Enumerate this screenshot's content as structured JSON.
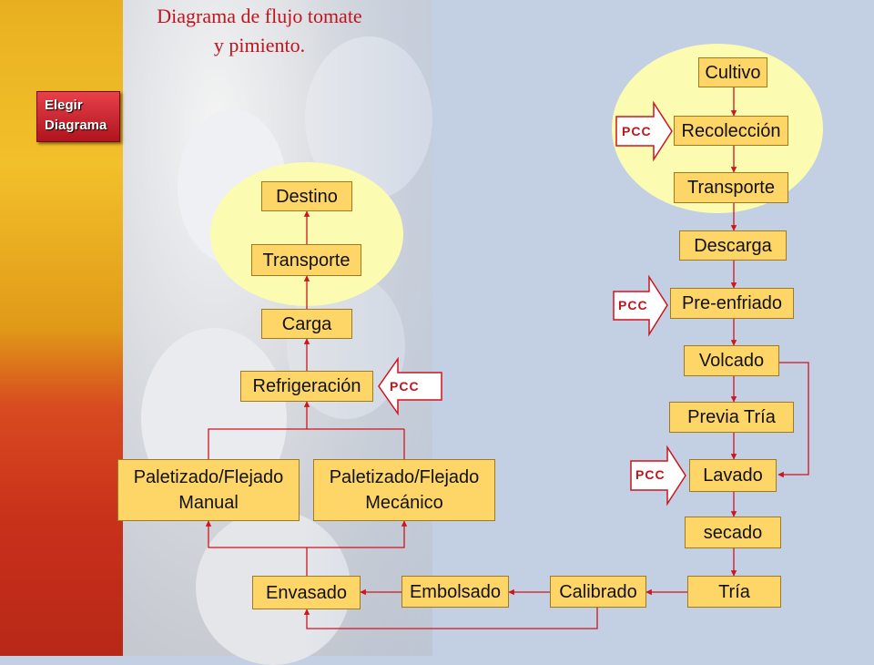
{
  "title": "Diagrama de flujo tomate\ny pimiento.",
  "choose_button": "Elegir\nDiagrama",
  "pcc": "PCC",
  "right_column": {
    "cultivo": "Cultivo",
    "recoleccion": "Recolección",
    "transporte": "Transporte",
    "descarga": "Descarga",
    "preenfriado": "Pre-enfriado",
    "volcado": "Volcado",
    "previa_tria": "Previa Tría",
    "lavado": "Lavado",
    "secado": "secado",
    "tria": "Tría"
  },
  "bottom_row": {
    "calibrado": "Calibrado",
    "embolsado": "Embolsado",
    "envasado": "Envasado"
  },
  "left_column": {
    "paletizado_manual": "Paletizado/Flejado\nManual",
    "paletizado_mecanico": "Paletizado/Flejado\nMecánico",
    "refrigeracion": "Refrigeración",
    "carga": "Carga",
    "transporte": "Transporte",
    "destino": "Destino"
  },
  "colors": {
    "box_fill": "#fed667",
    "ellipse_fill": "#fbfbb2",
    "arrow": "#d0141e",
    "pcc_text": "#c0141e"
  }
}
